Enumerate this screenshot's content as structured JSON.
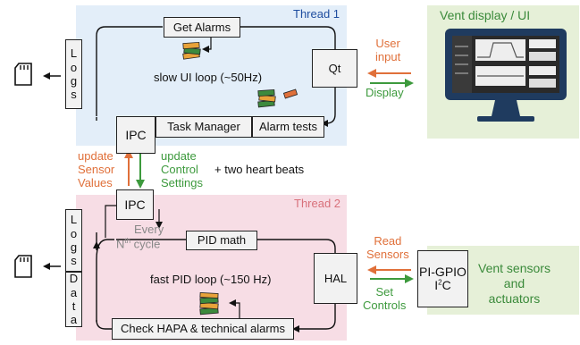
{
  "thread1": {
    "label": "Thread 1",
    "get_alarms": "Get Alarms",
    "loop_label": "slow UI loop (~50Hz)",
    "qt": "Qt",
    "ipc": "IPC",
    "task_manager": "Task Manager",
    "alarm_tests": "Alarm tests",
    "logs_letters": [
      "L",
      "o",
      "g",
      "s"
    ]
  },
  "thread2": {
    "label": "Thread 2",
    "ipc": "IPC",
    "every": "Every",
    "nth_base": "N",
    "nth_sup": "th",
    "nth_rest": " cycle",
    "pid_math": "PID math",
    "loop_label": "fast PID loop (~150 Hz)",
    "hal": "HAL",
    "check_alarms": "Check HAPA & technical alarms",
    "logs_letters": [
      "L",
      "o",
      "g",
      "s"
    ],
    "data_letters": [
      "D",
      "a",
      "t",
      "a"
    ]
  },
  "between": {
    "update_sensor": [
      "update",
      "Sensor",
      "Values"
    ],
    "update_control": [
      "update",
      "Control",
      "Settings"
    ],
    "heartbeats": "+ two heart beats"
  },
  "vent_display": {
    "label": "Vent display / UI",
    "user_input": [
      "User",
      "input"
    ],
    "display": "Display"
  },
  "vent_sensors": {
    "label": [
      "Vent sensors",
      "and",
      "actuators"
    ],
    "gpio": "PI-GPIO",
    "i2c_base": "I",
    "i2c_sup": "2",
    "i2c_rest": "C",
    "read_sensors": [
      "Read",
      "Sensors"
    ],
    "set_controls": [
      "Set",
      "Controls"
    ]
  },
  "colors": {
    "thread1_bg": "#e3eef9",
    "thread2_bg": "#f7dde5",
    "vent_bg": "#e6f0d8",
    "orange": "#e0703a",
    "green": "#3d9a3d",
    "thread1_text": "#1f4ea0",
    "thread2_text": "#d8707a"
  },
  "icons": [
    "sd-card-icon",
    "data-stack-icon",
    "monitor-icon"
  ]
}
